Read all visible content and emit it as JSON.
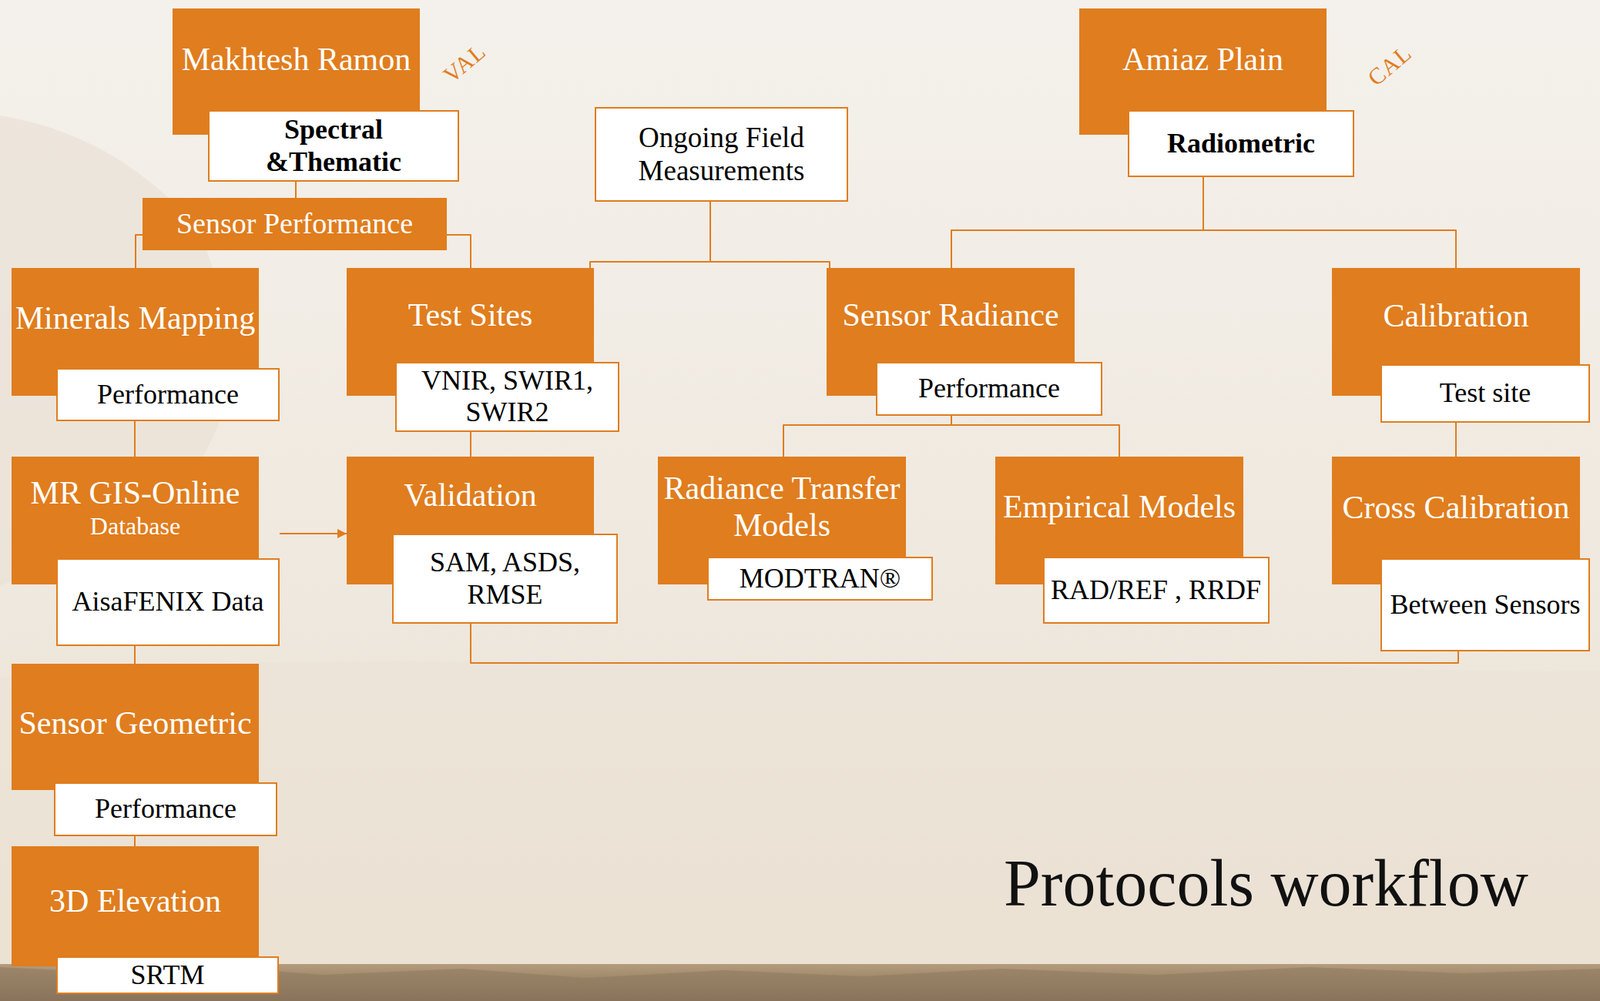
{
  "diagram": {
    "title": "Protocols workflow",
    "nodes": [
      {
        "text": [
          "Makhtesh Ramon",
          "Spectral &Thematic"
        ]
      },
      {
        "text": [
          "Ongoing Field Measurements"
        ]
      },
      {
        "text": [
          "Amiaz Plain",
          "Radiometric"
        ]
      },
      {
        "text": [
          "Sensor Performance"
        ]
      },
      {
        "text": [
          "Minerals Mapping",
          "Performance"
        ]
      },
      {
        "text": [
          "Test Sites",
          "VNIR, SWIR1, SWIR2"
        ]
      },
      {
        "text": [
          "Sensor Radiance",
          "Performance"
        ]
      },
      {
        "text": [
          "Calibration",
          "Test site"
        ]
      },
      {
        "text": [
          "MR GIS-Online",
          "Database",
          "AisaFENIX Data"
        ]
      },
      {
        "text": [
          "Validation",
          "SAM, ASDS, RMSE"
        ]
      },
      {
        "text": [
          "Radiance Transfer Models",
          "MODTRAN®"
        ]
      },
      {
        "text": [
          "Empirical Models",
          "RAD/REF , RRDF"
        ]
      },
      {
        "text": [
          "Cross Calibration",
          "Between Sensors"
        ]
      },
      {
        "text": [
          "Sensor Geometric",
          "Performance"
        ]
      },
      {
        "text": [
          "3D Elevation",
          "SRTM"
        ]
      }
    ],
    "edges": [
      {
        "from": 0,
        "to": 3,
        "arrow": "none"
      },
      {
        "from": 3,
        "to": 4,
        "arrow": "none"
      },
      {
        "from": 3,
        "to": 5,
        "arrow": "none"
      },
      {
        "from": 1,
        "to": 5,
        "arrow": "none"
      },
      {
        "from": 1,
        "to": 6,
        "arrow": "none"
      },
      {
        "from": 2,
        "to": 6,
        "arrow": "none"
      },
      {
        "from": 2,
        "to": 7,
        "arrow": "none"
      },
      {
        "from": 4,
        "to": 8,
        "arrow": "none"
      },
      {
        "from": 5,
        "to": 9,
        "arrow": "none"
      },
      {
        "from": 6,
        "to": 10,
        "arrow": "none"
      },
      {
        "from": 6,
        "to": 11,
        "arrow": "none"
      },
      {
        "from": 7,
        "to": 12,
        "arrow": "none"
      },
      {
        "from": 8,
        "to": 9,
        "arrow": "to"
      },
      {
        "from": 9,
        "to": 12,
        "arrow": "none"
      },
      {
        "from": 8,
        "to": 13,
        "arrow": "none"
      },
      {
        "from": 13,
        "to": 14,
        "arrow": "none"
      }
    ],
    "labels": [
      "VAL",
      "CAL"
    ]
  }
}
